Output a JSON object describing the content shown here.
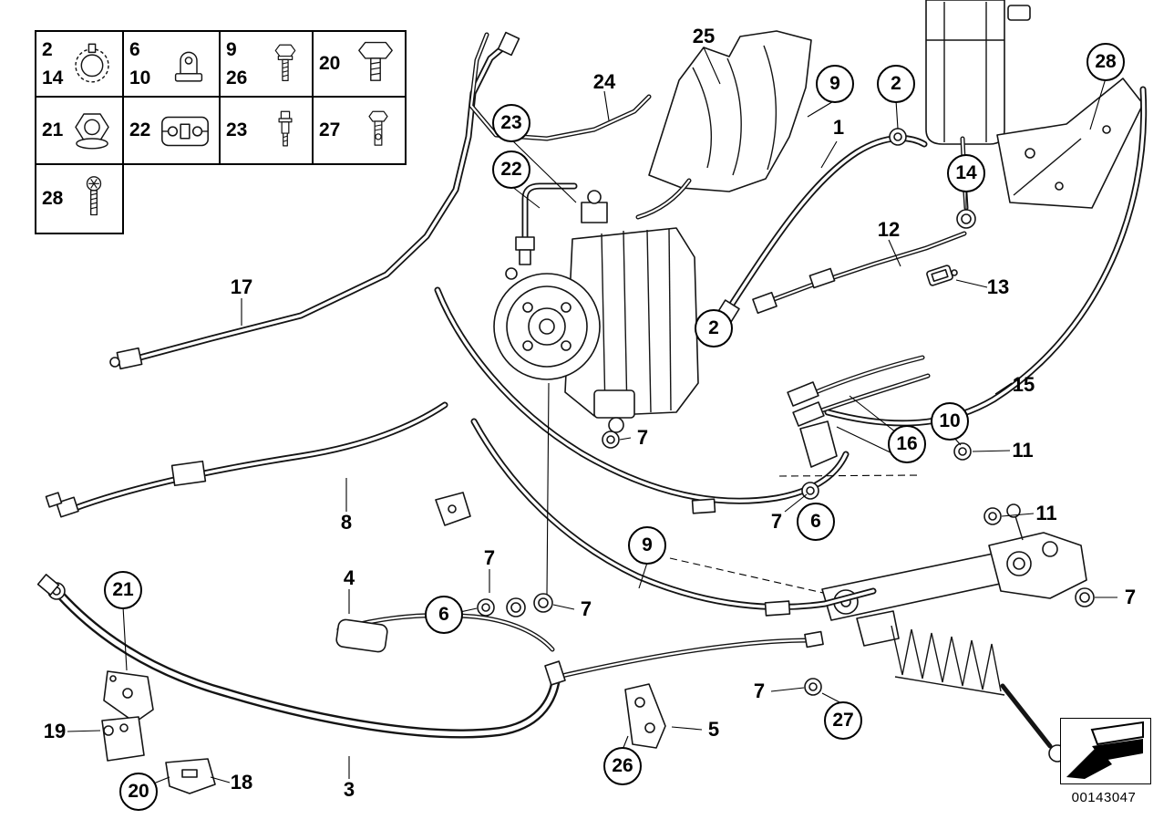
{
  "figure": {
    "id": "00143047"
  },
  "colors": {
    "background": "#ffffff",
    "line": "#000000"
  },
  "legend": {
    "cells": [
      {
        "labels": [
          "2",
          "14"
        ],
        "icon": "hose-clamp-icon"
      },
      {
        "labels": [
          "6",
          "10"
        ],
        "icon": "sealing-plug-icon"
      },
      {
        "labels": [
          "9",
          "26"
        ],
        "icon": "hex-bolt-icon"
      },
      {
        "labels": [
          "20"
        ],
        "icon": "hex-bolt-large-icon"
      },
      {
        "labels": [
          "21"
        ],
        "icon": "flange-nut-icon"
      },
      {
        "labels": [
          "22"
        ],
        "icon": "mounting-bracket-icon"
      },
      {
        "labels": [
          "23"
        ],
        "icon": "shoulder-screw-icon"
      },
      {
        "labels": [
          "27"
        ],
        "icon": "hollow-banjo-bolt-icon"
      },
      {
        "labels": [
          "28"
        ],
        "icon": "self-tapping-screw-icon"
      }
    ]
  },
  "callouts": [
    {
      "label": "23",
      "shape": "circle"
    },
    {
      "label": "22",
      "shape": "circle"
    },
    {
      "label": "9",
      "shape": "circle"
    },
    {
      "label": "2",
      "shape": "circle"
    },
    {
      "label": "28",
      "shape": "circle"
    },
    {
      "label": "14",
      "shape": "circle"
    },
    {
      "label": "2",
      "shape": "circle"
    },
    {
      "label": "16",
      "shape": "circle"
    },
    {
      "label": "10",
      "shape": "circle"
    },
    {
      "label": "6",
      "shape": "circle"
    },
    {
      "label": "9",
      "shape": "circle"
    },
    {
      "label": "21",
      "shape": "circle"
    },
    {
      "label": "6",
      "shape": "circle"
    },
    {
      "label": "27",
      "shape": "circle"
    },
    {
      "label": "26",
      "shape": "circle"
    },
    {
      "label": "20",
      "shape": "circle"
    },
    {
      "label": "25",
      "shape": "plain"
    },
    {
      "label": "24",
      "shape": "plain"
    },
    {
      "label": "1",
      "shape": "plain"
    },
    {
      "label": "12",
      "shape": "plain"
    },
    {
      "label": "13",
      "shape": "plain"
    },
    {
      "label": "17",
      "shape": "plain"
    },
    {
      "label": "15",
      "shape": "plain"
    },
    {
      "label": "7",
      "shape": "plain"
    },
    {
      "label": "11",
      "shape": "plain"
    },
    {
      "label": "8",
      "shape": "plain"
    },
    {
      "label": "7",
      "shape": "plain"
    },
    {
      "label": "11",
      "shape": "plain"
    },
    {
      "label": "7",
      "shape": "plain"
    },
    {
      "label": "4",
      "shape": "plain"
    },
    {
      "label": "7",
      "shape": "plain"
    },
    {
      "label": "7",
      "shape": "plain"
    },
    {
      "label": "7",
      "shape": "plain"
    },
    {
      "label": "19",
      "shape": "plain"
    },
    {
      "label": "5",
      "shape": "plain"
    },
    {
      "label": "18",
      "shape": "plain"
    },
    {
      "label": "3",
      "shape": "plain"
    }
  ]
}
